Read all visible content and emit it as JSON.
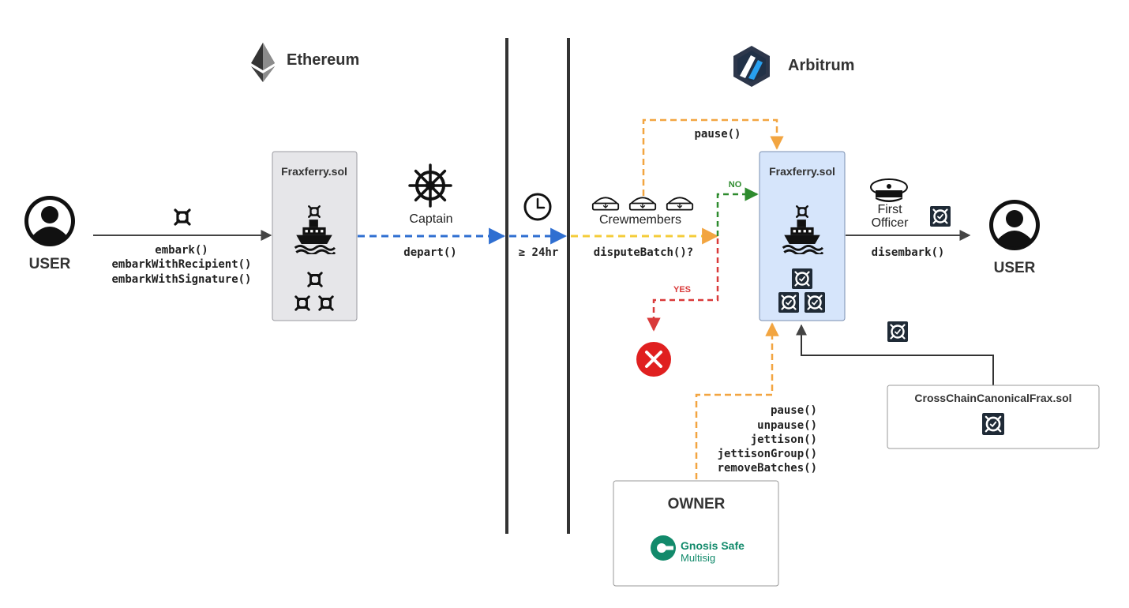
{
  "colors": {
    "arrow_dark": "#444444",
    "dash_blue": "#2f6fd1",
    "dash_orange": "#f2a541",
    "dash_yellow": "#f4cc3a",
    "dash_green": "#2e8b2e",
    "dash_red": "#d93a3a",
    "box_gray": "#e6e6e9",
    "box_blue": "#d6e5fb",
    "gnosis_green": "#128a6b",
    "error_red": "#e02020"
  },
  "chains": {
    "ethereum": {
      "label": "Ethereum",
      "icon": "ethereum-logo-icon"
    },
    "arbitrum": {
      "label": "Arbitrum",
      "icon": "arbitrum-logo-icon"
    }
  },
  "users": {
    "left_label": "USER",
    "right_label": "USER"
  },
  "ethereum_side": {
    "user_functions": [
      "embark()",
      "embarkWithRecipient()",
      "embarkWithSignature()"
    ],
    "contract_title": "Fraxferry.sol",
    "captain_label": "Captain",
    "depart_label": "depart()"
  },
  "bridge": {
    "wait_label": "≥ 24hr",
    "icon": "clock-icon"
  },
  "arbitrum_side": {
    "crewmembers_label": "Crewmembers",
    "dispute_label": "disputeBatch()?",
    "pause_label": "pause()",
    "no_label": "NO",
    "yes_label": "YES",
    "contract_title": "Fraxferry.sol",
    "first_officer_label": [
      "First",
      "Officer"
    ],
    "disembark_label": "disembark()",
    "owner_functions": [
      "pause()",
      "unpause()",
      "jettison()",
      "jettisonGroup()",
      "removeBatches()"
    ],
    "owner_title": "OWNER",
    "gnosis": {
      "name": "Gnosis Safe",
      "sub": "Multisig"
    },
    "canonical_title": "CrossChainCanonicalFrax.sol"
  }
}
